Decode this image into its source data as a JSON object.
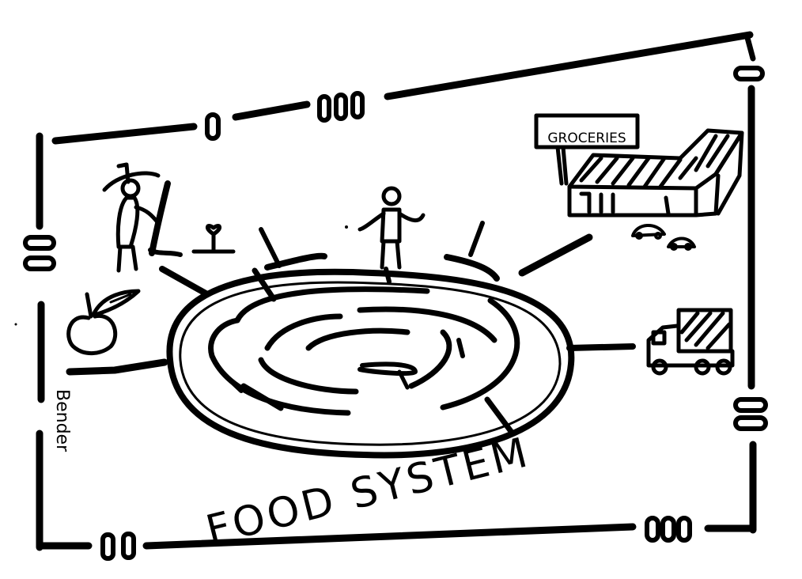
{
  "cartoon": {
    "title": "FOOD SYSTEM",
    "sign_text": "GROCERIES",
    "signature": "Bender",
    "ink_color": "#000000",
    "paper_color": "#ffffff"
  }
}
